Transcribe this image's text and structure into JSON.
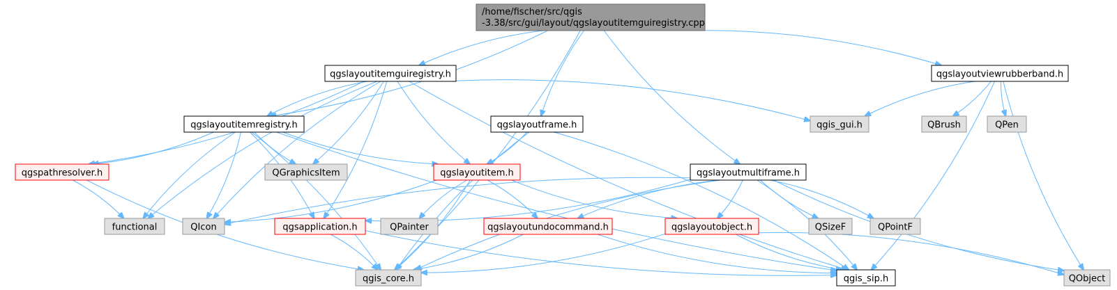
{
  "colors": {
    "root_fill": "#999999",
    "root_stroke": "#666666",
    "header_fill": "#ffffff",
    "header_stroke": "#000000",
    "red_stroke": "#ff0000",
    "red_fill": "#fff0f0",
    "external_fill": "#e0e0e0",
    "external_stroke": "#999999",
    "edge": "#63b8ff"
  },
  "nodes": [
    {
      "id": "root",
      "kind": "root",
      "lines": [
        "/home/fischer/src/qgis",
        "-3.38/src/gui/layout/qgslayoutitemguiregistry.cpp"
      ]
    },
    {
      "id": "itemguiregistry",
      "kind": "header",
      "lines": [
        "qgslayoutitemguiregistry.h"
      ]
    },
    {
      "id": "viewrubberband",
      "kind": "header",
      "lines": [
        "qgslayoutviewrubberband.h"
      ]
    },
    {
      "id": "itemregistry",
      "kind": "header",
      "lines": [
        "qgslayoutitemregistry.h"
      ]
    },
    {
      "id": "frame",
      "kind": "header",
      "lines": [
        "qgslayoutframe.h"
      ]
    },
    {
      "id": "gui",
      "kind": "external",
      "lines": [
        "qgis_gui.h"
      ]
    },
    {
      "id": "qbrush",
      "kind": "external",
      "lines": [
        "QBrush"
      ]
    },
    {
      "id": "qpen",
      "kind": "external",
      "lines": [
        "QPen"
      ]
    },
    {
      "id": "pathresolver",
      "kind": "red",
      "lines": [
        "qgspathresolver.h"
      ]
    },
    {
      "id": "qgraphicsitem",
      "kind": "external",
      "lines": [
        "QGraphicsItem"
      ]
    },
    {
      "id": "item",
      "kind": "red",
      "lines": [
        "qgslayoutitem.h"
      ]
    },
    {
      "id": "multiframe",
      "kind": "header",
      "lines": [
        "qgslayoutmultiframe.h"
      ]
    },
    {
      "id": "functional",
      "kind": "external",
      "lines": [
        "functional"
      ]
    },
    {
      "id": "qicon",
      "kind": "external",
      "lines": [
        "QIcon"
      ]
    },
    {
      "id": "application",
      "kind": "red",
      "lines": [
        "qgsapplication.h"
      ]
    },
    {
      "id": "qpainter",
      "kind": "external",
      "lines": [
        "QPainter"
      ]
    },
    {
      "id": "undocommand",
      "kind": "red",
      "lines": [
        "qgslayoutundocommand.h"
      ]
    },
    {
      "id": "object",
      "kind": "red",
      "lines": [
        "qgslayoutobject.h"
      ]
    },
    {
      "id": "qsizef",
      "kind": "external",
      "lines": [
        "QSizeF"
      ]
    },
    {
      "id": "qpointf",
      "kind": "external",
      "lines": [
        "QPointF"
      ]
    },
    {
      "id": "core",
      "kind": "external",
      "lines": [
        "qgis_core.h"
      ]
    },
    {
      "id": "sip",
      "kind": "header",
      "lines": [
        "qgis_sip.h"
      ]
    },
    {
      "id": "qobject",
      "kind": "external",
      "lines": [
        "QObject"
      ]
    }
  ],
  "edges": [
    {
      "from": "root",
      "to": "itemguiregistry"
    },
    {
      "from": "root",
      "to": "itemregistry"
    },
    {
      "from": "root",
      "to": "frame"
    },
    {
      "from": "root",
      "to": "viewrubberband"
    },
    {
      "from": "root",
      "to": "multiframe"
    },
    {
      "from": "root",
      "to": "core"
    },
    {
      "from": "itemguiregistry",
      "to": "itemregistry"
    },
    {
      "from": "itemguiregistry",
      "to": "pathresolver"
    },
    {
      "from": "itemguiregistry",
      "to": "functional"
    },
    {
      "from": "itemguiregistry",
      "to": "qgraphicsitem"
    },
    {
      "from": "itemguiregistry",
      "to": "qicon"
    },
    {
      "from": "itemguiregistry",
      "to": "application"
    },
    {
      "from": "itemguiregistry",
      "to": "item"
    },
    {
      "from": "itemguiregistry",
      "to": "gui"
    },
    {
      "from": "itemguiregistry",
      "to": "sip"
    },
    {
      "from": "itemregistry",
      "to": "pathresolver"
    },
    {
      "from": "itemregistry",
      "to": "functional"
    },
    {
      "from": "itemregistry",
      "to": "qicon"
    },
    {
      "from": "itemregistry",
      "to": "qgraphicsitem"
    },
    {
      "from": "itemregistry",
      "to": "application"
    },
    {
      "from": "itemregistry",
      "to": "item"
    },
    {
      "from": "itemregistry",
      "to": "core"
    },
    {
      "from": "itemregistry",
      "to": "sip"
    },
    {
      "from": "frame",
      "to": "item"
    },
    {
      "from": "frame",
      "to": "core"
    },
    {
      "from": "frame",
      "to": "sip"
    },
    {
      "from": "viewrubberband",
      "to": "gui"
    },
    {
      "from": "viewrubberband",
      "to": "qbrush"
    },
    {
      "from": "viewrubberband",
      "to": "qpen"
    },
    {
      "from": "viewrubberband",
      "to": "sip"
    },
    {
      "from": "viewrubberband",
      "to": "qobject"
    },
    {
      "from": "pathresolver",
      "to": "functional"
    },
    {
      "from": "pathresolver",
      "to": "core"
    },
    {
      "from": "item",
      "to": "qicon"
    },
    {
      "from": "item",
      "to": "qpainter"
    },
    {
      "from": "item",
      "to": "undocommand"
    },
    {
      "from": "item",
      "to": "object"
    },
    {
      "from": "item",
      "to": "core"
    },
    {
      "from": "multiframe",
      "to": "qicon"
    },
    {
      "from": "multiframe",
      "to": "application"
    },
    {
      "from": "multiframe",
      "to": "undocommand"
    },
    {
      "from": "multiframe",
      "to": "object"
    },
    {
      "from": "multiframe",
      "to": "qsizef"
    },
    {
      "from": "multiframe",
      "to": "qpointf"
    },
    {
      "from": "multiframe",
      "to": "core"
    },
    {
      "from": "multiframe",
      "to": "sip"
    },
    {
      "from": "multiframe",
      "to": "qobject"
    },
    {
      "from": "application",
      "to": "core"
    },
    {
      "from": "application",
      "to": "sip"
    },
    {
      "from": "undocommand",
      "to": "core"
    },
    {
      "from": "undocommand",
      "to": "sip"
    },
    {
      "from": "object",
      "to": "core"
    },
    {
      "from": "object",
      "to": "sip"
    },
    {
      "from": "object",
      "to": "qobject"
    }
  ]
}
